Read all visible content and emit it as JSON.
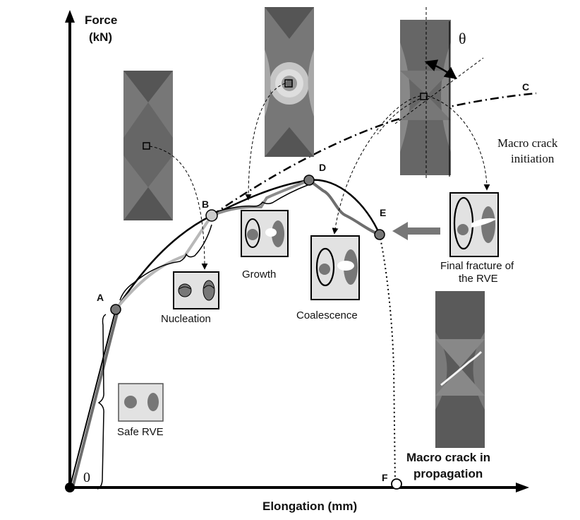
{
  "axes": {
    "y_label_line1": "Force",
    "y_label_line2": "(kN)",
    "x_label": "Elongation (mm)",
    "origin_label": "0"
  },
  "points": {
    "A": "A",
    "B": "B",
    "C": "C",
    "D": "D",
    "E": "E",
    "F": "F"
  },
  "stages": {
    "safe": "Safe RVE",
    "nucleation": "Nucleation",
    "growth": "Growth",
    "coalescence": "Coalescence",
    "final_line1": "Final fracture of",
    "final_line2": "the RVE"
  },
  "annotations": {
    "theta": "θ",
    "macro_init_line1": "Macro crack",
    "macro_init_line2": "initiation",
    "macro_prop_line1": "Macro crack in",
    "macro_prop_line2": "propagation"
  },
  "colors": {
    "curve": "#000000",
    "branch_light": "#b8b8b8",
    "branch_dark": "#6e6e6e",
    "specimen_dark": "#555555",
    "specimen_mid": "#7a7a7a",
    "rve_bg": "#e2e2e2",
    "arrow_gray": "#777777"
  }
}
